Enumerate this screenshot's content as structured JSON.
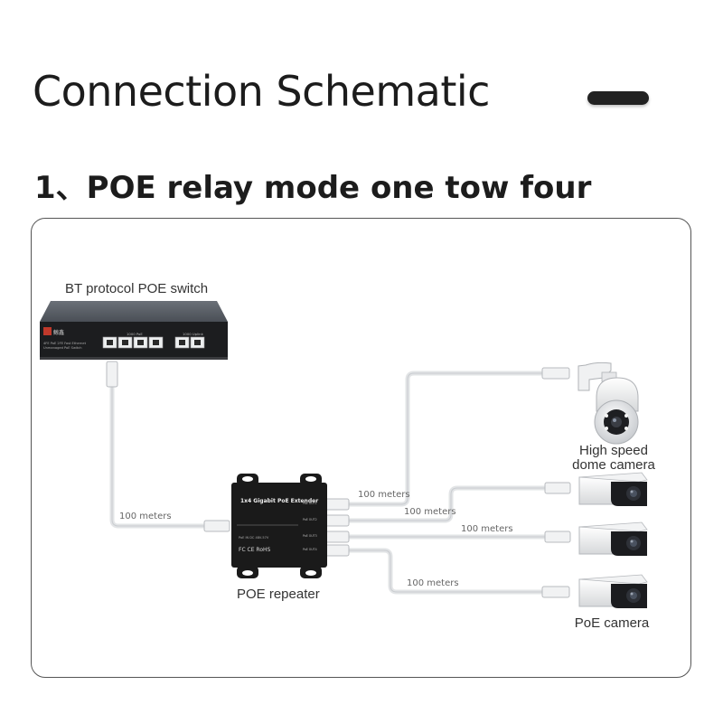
{
  "header": {
    "title": "Connection Schematic",
    "subtitle": "1、POE relay mode one tow four"
  },
  "devices": {
    "switch_label": "BT protocol POE switch",
    "switch_brand": "鲸鑫",
    "switch_port_group_1": "1000 PoE",
    "switch_port_group_2": "1000 Uplink",
    "repeater_label": "POE repeater",
    "repeater_model": "1x4 Gigabit PoE Extender",
    "repeater_marks": "FC CE RoHS",
    "dome_label_line1": "High speed",
    "dome_label_line2": "dome camera",
    "bullet_label": "PoE camera"
  },
  "cables": {
    "switch_to_repeater": "100 meters",
    "to_dome": "100 meters",
    "to_camera_1": "100 meters",
    "to_camera_2": "100 meters",
    "to_camera_3": "100 meters"
  },
  "colors": {
    "cable": "#e4e6e8",
    "device_dark": "#1a1a1a",
    "switch_top": "#5a5f66"
  }
}
